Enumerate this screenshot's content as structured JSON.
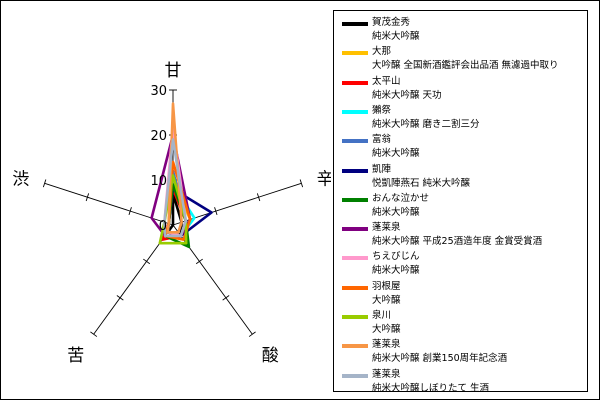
{
  "chart_data": {
    "type": "radar",
    "axes": [
      "甘",
      "辛",
      "酸",
      "苦",
      "渋"
    ],
    "rlim": [
      0,
      30
    ],
    "ticks": [
      0,
      10,
      20,
      30
    ],
    "series": [
      {
        "name": "賀茂金秀",
        "desc": "純米大吟醸",
        "color": "#000000",
        "values": [
          7,
          2,
          3,
          2,
          0
        ]
      },
      {
        "name": "大那",
        "desc": "大吟醸 全国新酒鑑評会出品酒 無濾過中取り",
        "color": "#ffc000",
        "values": [
          10,
          4,
          4,
          3,
          1
        ]
      },
      {
        "name": "太平山",
        "desc": "純米大吟醸 天功",
        "color": "#ff0000",
        "values": [
          8,
          3,
          3,
          4,
          1
        ]
      },
      {
        "name": "獺祭",
        "desc": "純米大吟醸 磨き二割三分",
        "color": "#00ffff",
        "values": [
          9,
          5,
          3,
          2,
          1
        ]
      },
      {
        "name": "富翁",
        "desc": "純米大吟醸",
        "color": "#4472c4",
        "values": [
          12,
          3,
          3,
          2,
          1
        ]
      },
      {
        "name": "凱陣",
        "desc": "悦凱陣燕石 純米大吟醸",
        "color": "#000080",
        "values": [
          8,
          9,
          3,
          2,
          1
        ]
      },
      {
        "name": "おんな泣かせ",
        "desc": "純米大吟醸",
        "color": "#008000",
        "values": [
          9,
          3,
          6,
          3,
          1
        ]
      },
      {
        "name": "蓬莱泉",
        "desc": "純米大吟醸 平成25酒造年度 金賞受賞酒",
        "color": "#800080",
        "values": [
          20,
          4,
          3,
          3,
          5
        ]
      },
      {
        "name": "ちえびじん",
        "desc": "純米大吟醸",
        "color": "#ff99cc",
        "values": [
          22,
          3,
          3,
          2,
          2
        ]
      },
      {
        "name": "羽根屋",
        "desc": "大吟醸",
        "color": "#ff6600",
        "values": [
          14,
          4,
          4,
          3,
          1
        ]
      },
      {
        "name": "泉川",
        "desc": "大吟醸",
        "color": "#99cc00",
        "values": [
          11,
          3,
          5,
          5,
          2
        ]
      },
      {
        "name": "蓬莱泉",
        "desc": "純米大吟醸 創業150周年記念酒",
        "color": "#f79646",
        "values": [
          27,
          2,
          2,
          2,
          1
        ]
      },
      {
        "name": "蓬莱泉",
        "desc": "純米大吟醸しぼりたて 生酒",
        "color": "#a5b4c8",
        "values": [
          19,
          3,
          3,
          3,
          2
        ]
      }
    ]
  }
}
